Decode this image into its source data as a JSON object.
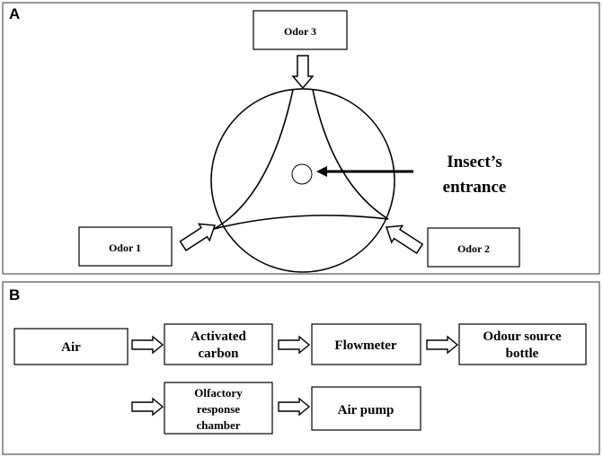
{
  "panel_a": {
    "letter": "A",
    "odor_boxes": [
      "Odor 3",
      "Odor 1",
      "Odor 2"
    ],
    "insect_label_line1": "Insect’s",
    "insect_label_line2": "entrance"
  },
  "panel_b": {
    "letter": "B",
    "row1": {
      "air": "Air",
      "activated_line1": "Activated",
      "activated_line2": "carbon",
      "flowmeter": "Flowmeter",
      "odour_line1": "Odour source",
      "odour_line2": "bottle"
    },
    "row2": {
      "olfactory_line1": "Olfactory",
      "olfactory_line2": "response",
      "olfactory_line3": "chamber",
      "air_pump": "Air pump"
    }
  }
}
